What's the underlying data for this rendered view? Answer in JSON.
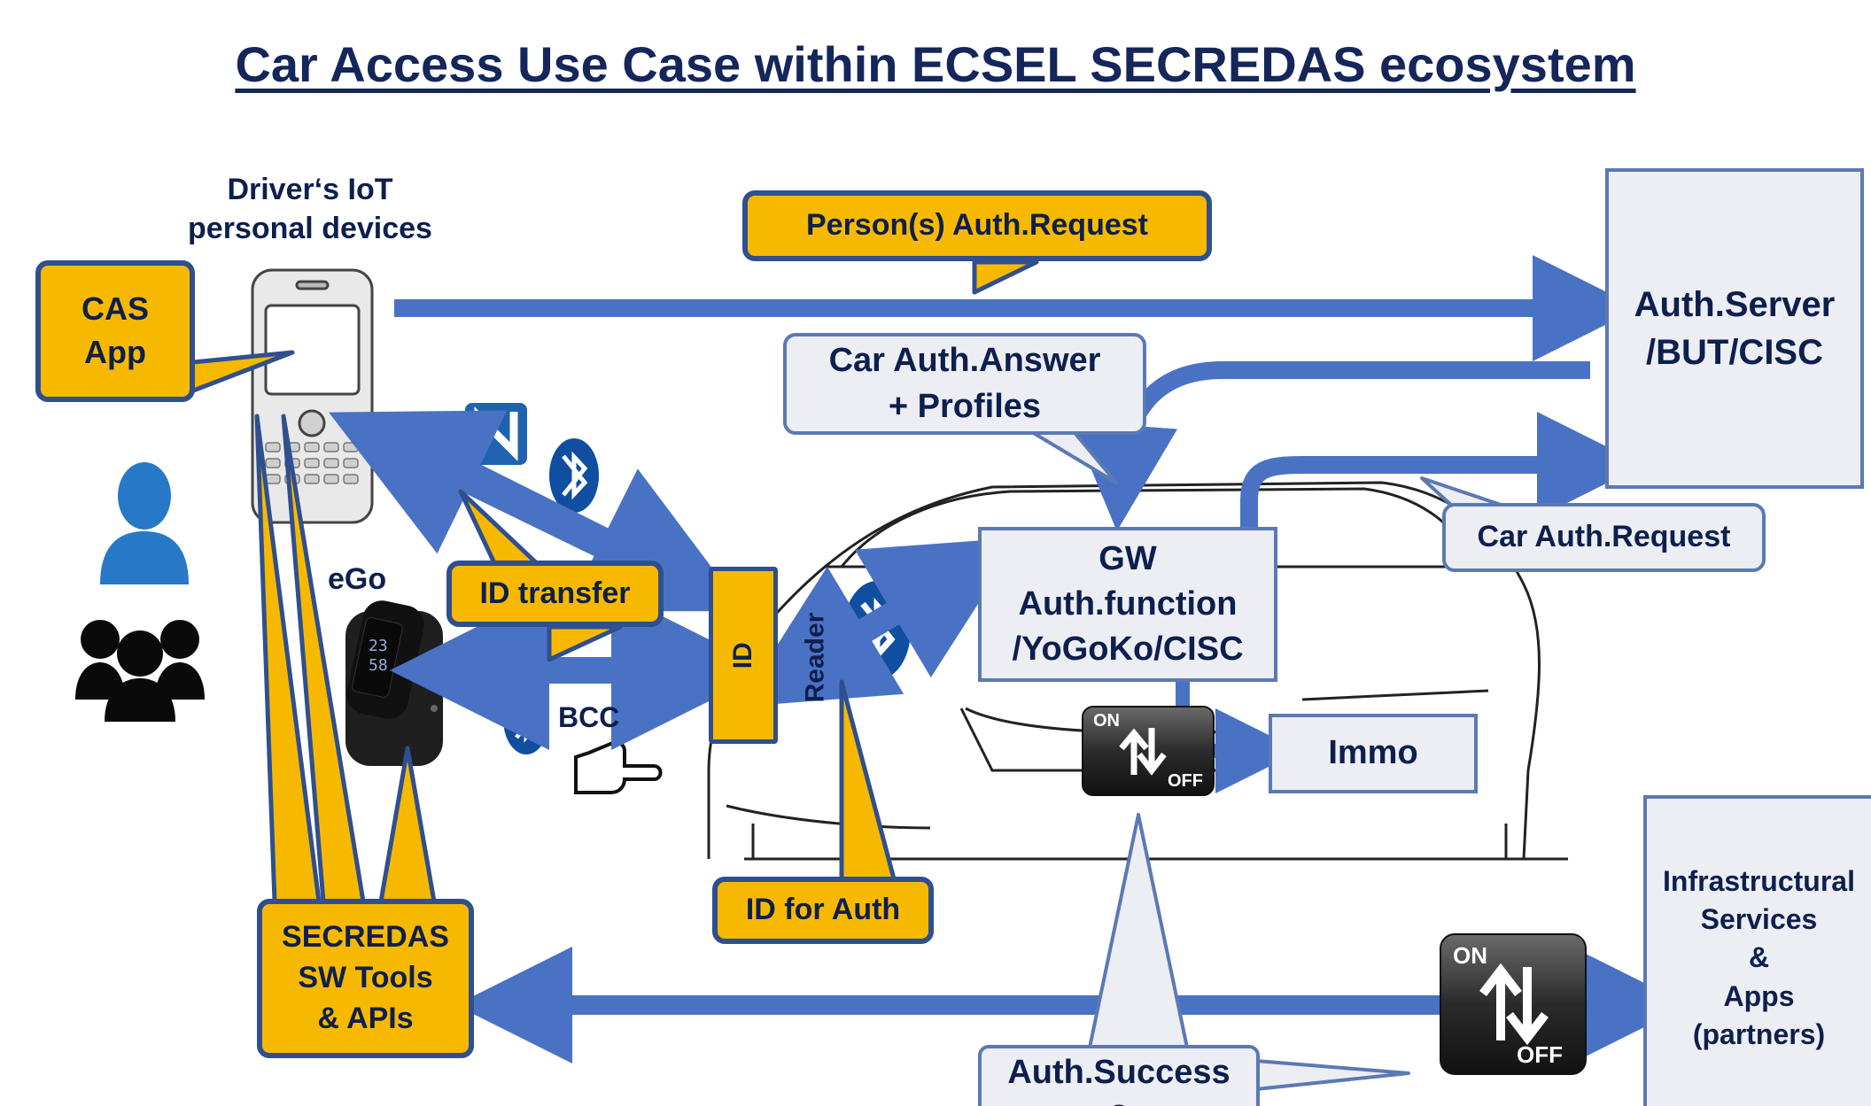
{
  "title": "Car Access Use Case within ECSEL SECREDAS ecosystem",
  "devices_label": [
    "Driver‘s IoT",
    "personal devices"
  ],
  "cas_app": [
    "CAS",
    "App"
  ],
  "person_auth_request": "Person(s) Auth.Request",
  "auth_server": [
    "Auth.Server",
    "/BUT/CISC"
  ],
  "car_auth_answer": [
    "Car Auth.Answer",
    "+ Profiles"
  ],
  "car_auth_request": "Car Auth.Request",
  "gw": [
    "GW",
    "Auth.function",
    "/YoGoKo/CISC"
  ],
  "ego_label": "eGo",
  "id_transfer": "ID transfer",
  "bcc_label": "BCC",
  "id_reader": {
    "id": "ID",
    "reader": "Reader"
  },
  "immo": "Immo",
  "id_for_auth": "ID for Auth",
  "secredas_tools": [
    "SECREDAS",
    "SW Tools",
    "& APIs"
  ],
  "infrastructural_services": [
    "Infrastructural",
    "Services",
    "&",
    "Apps",
    "(partners)"
  ],
  "auth_success": [
    "Auth.Success",
    "?"
  ],
  "onoff": {
    "on": "ON",
    "off": "OFF"
  },
  "wristband_display": [
    "23",
    "58"
  ],
  "colors": {
    "arrow_blue": "#4a72c4",
    "callout_yellow": "#f7b900",
    "border_blue": "#2f4f8f",
    "text_navy": "#0d1f4d"
  }
}
